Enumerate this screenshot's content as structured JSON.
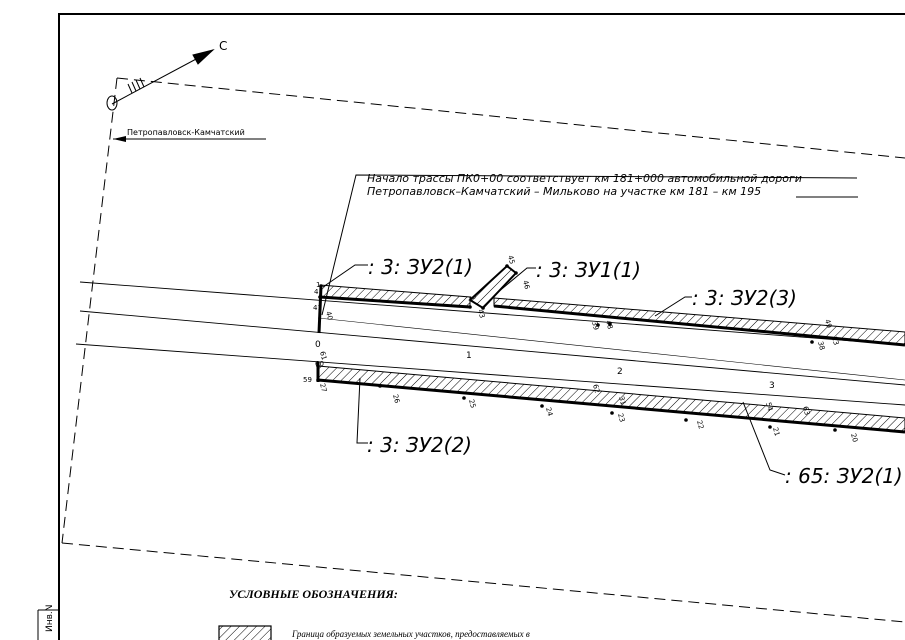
{
  "header": {
    "city_label": "Петропавловск-Камчатский",
    "north_marker": "С"
  },
  "note": {
    "line1": "Начало трассы ПК0+00 соответствует км 181+000 автомобильной дороги",
    "line2": "Петропавловск–Камчатский – Мильково на участке км 181 – км 195"
  },
  "parcels": {
    "zu2_1": ": 3: ЗУ2(1)",
    "zu1_1": ": 3: ЗУ1(1)",
    "zu2_3": ": 3: ЗУ2(3)",
    "zu2_2": ": 3: ЗУ2(2)",
    "zu2_1_65": ": 65: ЗУ2(1)"
  },
  "pickets": [
    "0",
    "1",
    "2",
    "3"
  ],
  "points": {
    "top": [
      "1",
      "4",
      "41",
      "40",
      "2",
      "43",
      "45",
      "46",
      "39",
      "48",
      "49",
      "38",
      "13"
    ],
    "bottom": [
      "61",
      "60",
      "59",
      "27",
      "26",
      "25",
      "24",
      "62",
      "31",
      "23",
      "22",
      "54",
      "21",
      "63",
      "20"
    ]
  },
  "legend": {
    "title": "УСЛОВНЫЕ ОБОЗНАЧЕНИЯ:",
    "item1": "Граница образуемых земельных участков, предоставляемых в"
  },
  "side_stamp": "Инв.N"
}
